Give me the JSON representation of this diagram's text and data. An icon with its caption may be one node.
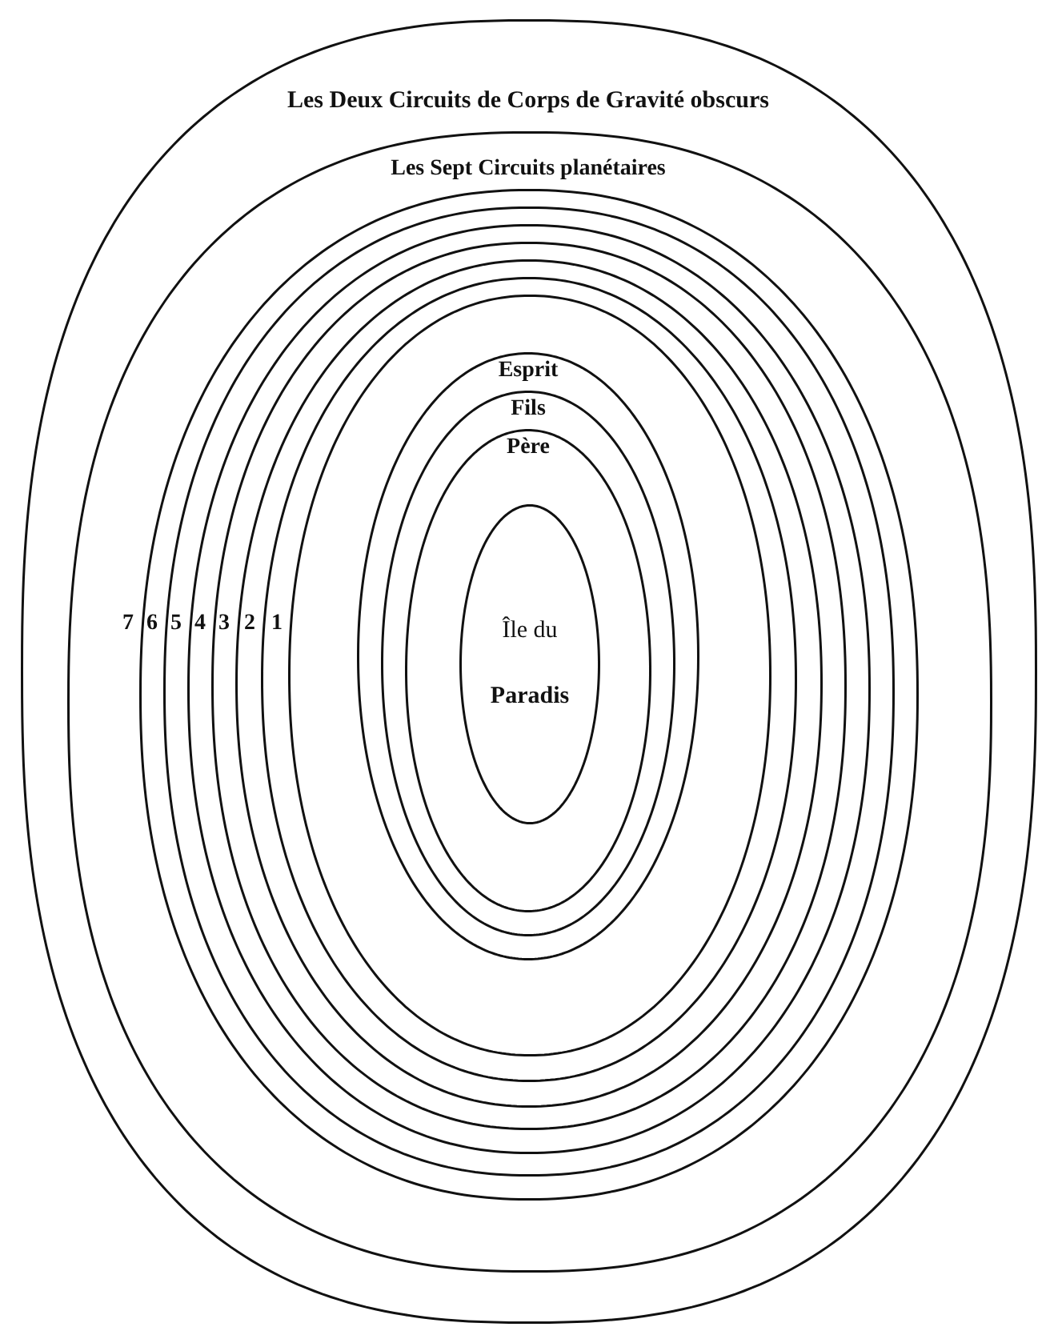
{
  "diagram": {
    "nodes": [
      {
        "text": [],
        "shape": "ellipse"
      },
      {
        "text": [],
        "shape": "ellipse",
        "in": 0
      },
      {
        "text": [],
        "shape": "ellipse",
        "in": 1,
        "beside": [
          "7"
        ]
      },
      {
        "text": [],
        "shape": "ellipse",
        "in": 2,
        "beside": [
          "6"
        ]
      },
      {
        "text": [],
        "shape": "ellipse",
        "in": 3,
        "beside": [
          "5"
        ]
      },
      {
        "text": [],
        "shape": "ellipse",
        "in": 4,
        "beside": [
          "4"
        ]
      },
      {
        "text": [],
        "shape": "ellipse",
        "in": 5,
        "beside": [
          "3"
        ]
      },
      {
        "text": [],
        "shape": "ellipse",
        "in": 6,
        "beside": [
          "2"
        ]
      },
      {
        "text": [],
        "shape": "ellipse",
        "in": 7,
        "beside": [
          "1"
        ]
      },
      {
        "text": [
          "Esprit"
        ],
        "in": 8
      },
      {
        "text": [
          "Fils"
        ],
        "in": 9
      },
      {
        "text": [
          "Père"
        ],
        "in": 10
      },
      {
        "text": [
          "Île du **Paradis**"
        ],
        "in": 11
      }
    ],
    "labels": [
      "Les Deux Circuits de Corps de Gravité obscurs",
      "Les Sept Circuits planétaires"
    ]
  }
}
